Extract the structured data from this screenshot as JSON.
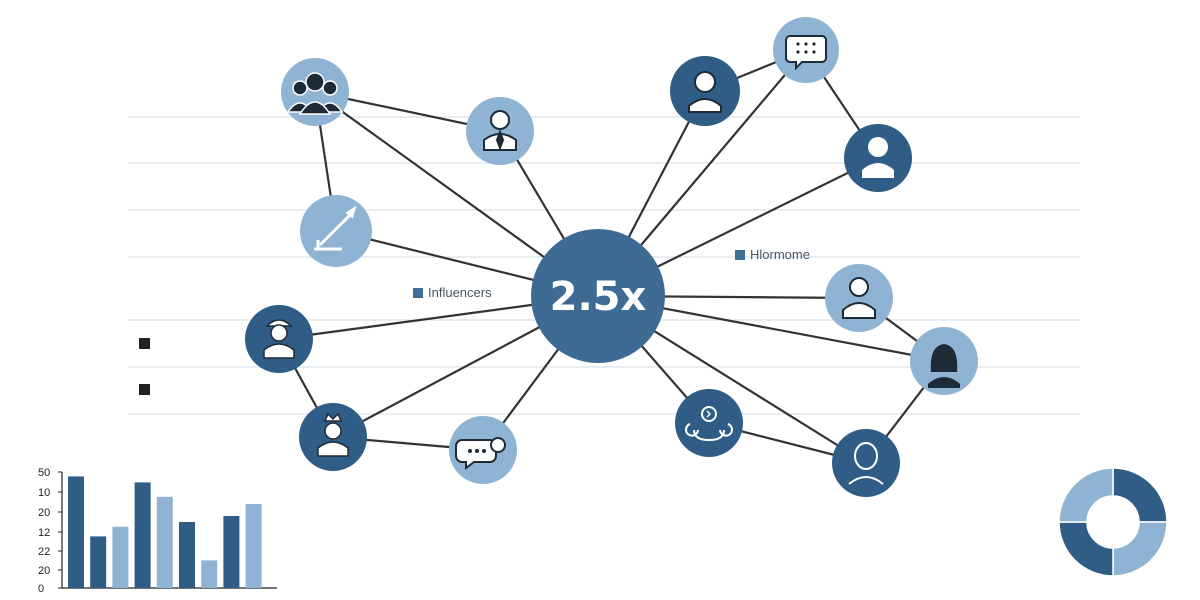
{
  "center": {
    "label": "2.5x"
  },
  "legend": [
    {
      "label": "Influencers",
      "color": "#3f6f99"
    },
    {
      "label": "Hlormome",
      "color": "#3f6f99"
    }
  ],
  "left_markers": [
    "",
    ""
  ],
  "colors": {
    "dark": "#2f5d86",
    "light": "#8fb3d3",
    "line": "#333333",
    "grid": "#d8e3ec"
  },
  "nodes": [
    {
      "id": "group",
      "icon": "group-people-icon",
      "tone": "light"
    },
    {
      "id": "businessman",
      "icon": "businessman-icon",
      "tone": "light"
    },
    {
      "id": "pen",
      "icon": "pen-icon",
      "tone": "light"
    },
    {
      "id": "doctor",
      "icon": "doctor-icon",
      "tone": "dark"
    },
    {
      "id": "king",
      "icon": "crowned-person-icon",
      "tone": "dark"
    },
    {
      "id": "chat",
      "icon": "chat-bubble-icon",
      "tone": "light"
    },
    {
      "id": "person-dark-top",
      "icon": "person-icon",
      "tone": "dark"
    },
    {
      "id": "message",
      "icon": "message-bubble-icon",
      "tone": "light"
    },
    {
      "id": "user-right",
      "icon": "user-icon",
      "tone": "dark"
    },
    {
      "id": "nurse",
      "icon": "nurse-icon",
      "tone": "light"
    },
    {
      "id": "woman",
      "icon": "woman-icon",
      "tone": "light"
    },
    {
      "id": "face",
      "icon": "face-outline-icon",
      "tone": "dark"
    },
    {
      "id": "network",
      "icon": "network-exchange-icon",
      "tone": "dark"
    }
  ],
  "chart_data": [
    {
      "type": "bar",
      "y_ticks": [
        "50",
        "10",
        "20",
        "12",
        "22",
        "20",
        "0"
      ],
      "values": [
        0.93,
        0.43,
        0.51,
        0.88,
        0.76,
        0.55,
        0.23,
        0.6,
        0.7
      ],
      "tones": [
        "dark",
        "dark",
        "light",
        "dark",
        "light",
        "dark",
        "light",
        "dark",
        "light"
      ]
    },
    {
      "type": "pie",
      "slices": [
        0.25,
        0.25,
        0.25,
        0.25
      ],
      "tones": [
        "dark",
        "light",
        "dark",
        "light"
      ]
    }
  ]
}
